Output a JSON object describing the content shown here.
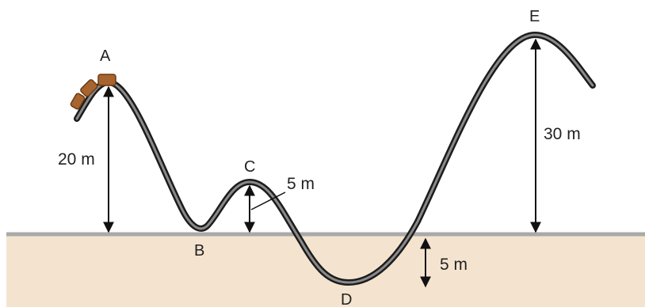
{
  "diagram": {
    "points": {
      "a": "A",
      "b": "B",
      "c": "C",
      "d": "D",
      "e": "E"
    },
    "heights": {
      "a": "20 m",
      "c": "5 m",
      "d": "5 m",
      "e": "30 m"
    },
    "colors": {
      "ground_fill": "#f4e4cf",
      "ground_line": "#a9a9a9",
      "track_outer": "#1c1c1c",
      "track_inner": "#8a8a8a",
      "cart": "#a8642e",
      "cart_dark": "#6b3a14",
      "arrow": "#111111"
    }
  }
}
